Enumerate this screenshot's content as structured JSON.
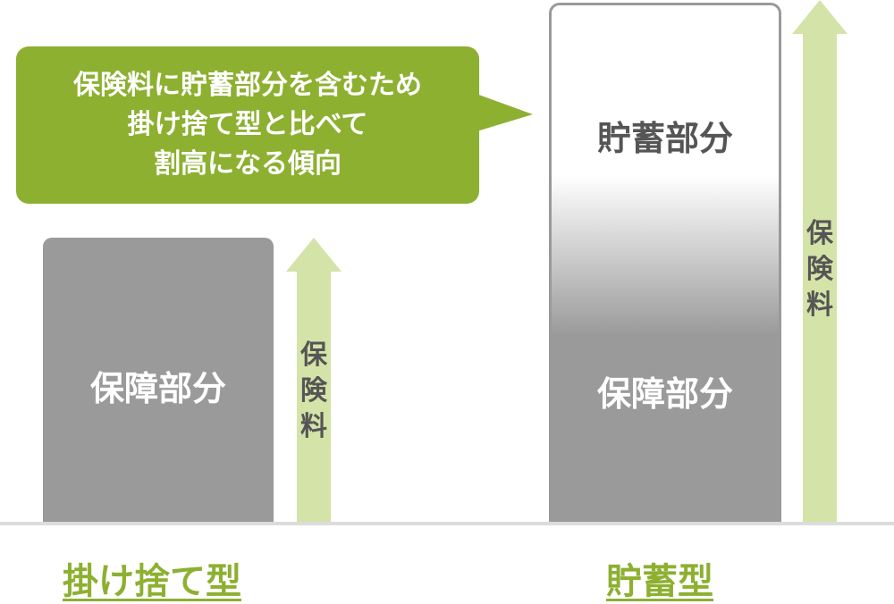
{
  "callout": {
    "lines": [
      "保険料に貯蓄部分を含むため",
      "掛け捨て型と比べて",
      "割高になる傾向"
    ]
  },
  "left_column": {
    "box_label": "保障部分",
    "arrow_label_chars": [
      "保",
      "険",
      "料"
    ],
    "type_label": "掛け捨て型"
  },
  "right_column": {
    "top_label": "貯蓄部分",
    "bottom_label": "保障部分",
    "arrow_label_chars": [
      "保",
      "険",
      "料"
    ],
    "type_label": "貯蓄型"
  },
  "colors": {
    "accent_green": "#8db031",
    "arrow_green": "#d4e3a8",
    "box_gray": "#9a9a9a",
    "text_gray": "#555555",
    "baseline_gray": "#dcdcdc"
  }
}
